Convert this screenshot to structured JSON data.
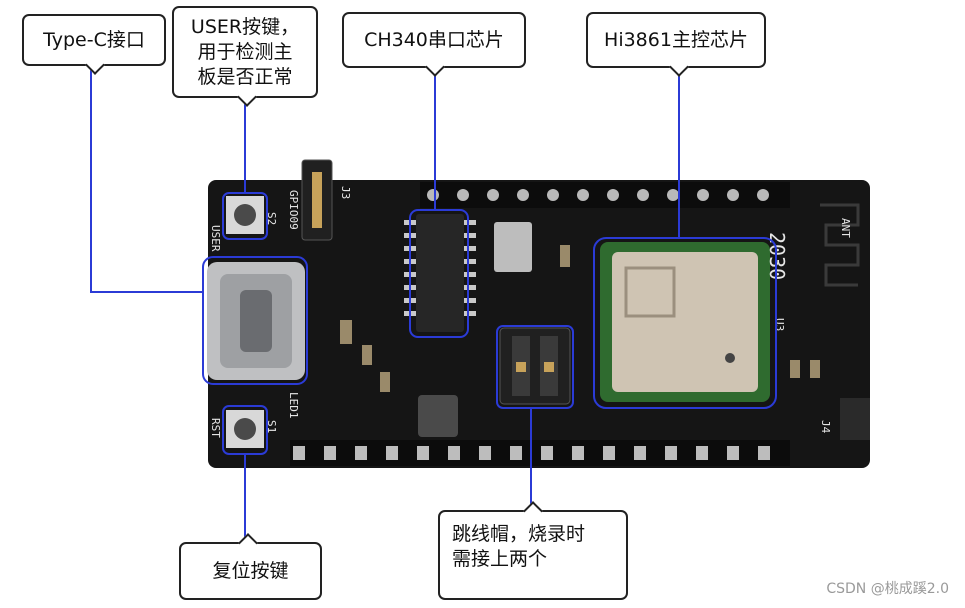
{
  "labels": {
    "typec": "Type-C接口",
    "user_line1": "USER按键，",
    "user_line2": "用于检测主",
    "user_line3": "板是否正常",
    "ch340": "CH340串口芯片",
    "hi3861": "Hi3861主控芯片",
    "reset": "复位按键",
    "jumper_line1": "跳线帽，烧录时",
    "jumper_line2": "需接上两个"
  },
  "board_silk": {
    "user": "USER",
    "s2": "S2",
    "gpio": "GPIO09",
    "j3": "J3",
    "rst": "RST",
    "s1": "S1",
    "u3": "U3",
    "ant": "ANT",
    "led1": "LED1",
    "j4": "J4",
    "model": "2030"
  },
  "watermark": "CSDN @桃成蹊2.0",
  "colors": {
    "accent": "#2b3bd6",
    "board": "#1a1a1a",
    "module": "#cfc4b3"
  }
}
